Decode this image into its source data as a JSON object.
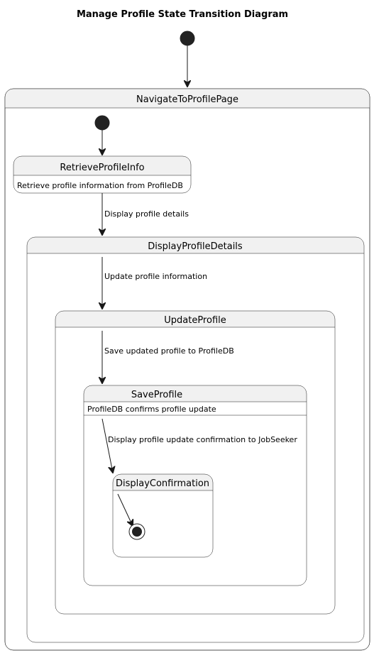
{
  "title": "Manage Profile State Transition Diagram",
  "states": {
    "navigate": {
      "name": "NavigateToProfilePage"
    },
    "retrieve": {
      "name": "RetrieveProfileInfo",
      "description": "Retrieve profile information from ProfileDB"
    },
    "display_details": {
      "name": "DisplayProfileDetails"
    },
    "update": {
      "name": "UpdateProfile"
    },
    "save": {
      "name": "SaveProfile",
      "description": "ProfileDB confirms profile update"
    },
    "confirmation": {
      "name": "DisplayConfirmation"
    }
  },
  "transitions": {
    "display_details": "Display profile details",
    "update_info": "Update profile information",
    "save_updated": "Save updated profile to ProfileDB",
    "display_confirmation": "Display profile update confirmation to JobSeeker"
  },
  "colors": {
    "header_fill": "#f1f1f1",
    "border": "#181818",
    "node_fill": "#222222"
  }
}
